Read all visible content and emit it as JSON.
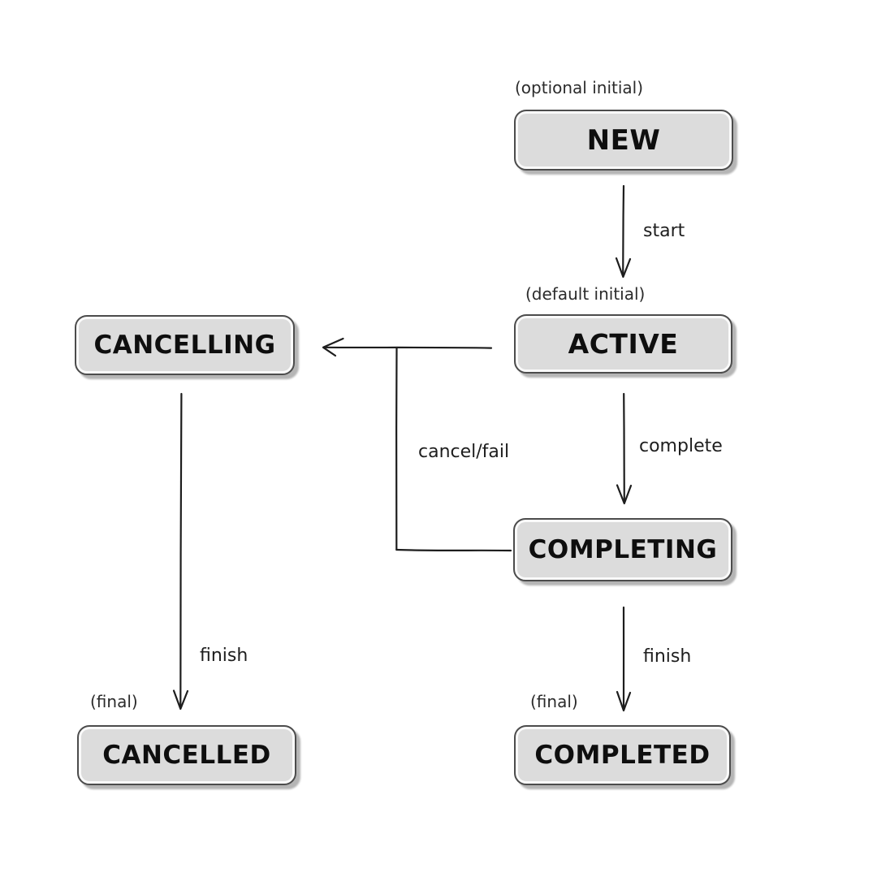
{
  "diagram": {
    "states": [
      {
        "id": "new",
        "label": "NEW",
        "annotation": "(optional initial)"
      },
      {
        "id": "active",
        "label": "ACTIVE",
        "annotation": "(default initial)"
      },
      {
        "id": "cancelling",
        "label": "CANCELLING",
        "annotation": ""
      },
      {
        "id": "completing",
        "label": "COMPLETING",
        "annotation": ""
      },
      {
        "id": "cancelled",
        "label": "CANCELLED",
        "annotation": "(final)"
      },
      {
        "id": "completed",
        "label": "COMPLETED",
        "annotation": "(final)"
      }
    ],
    "transitions": [
      {
        "label": "start",
        "from": "NEW",
        "to": "ACTIVE"
      },
      {
        "label": "complete",
        "from": "ACTIVE",
        "to": "COMPLETING"
      },
      {
        "label": "cancel/fail",
        "from": "ACTIVE, COMPLETING",
        "to": "CANCELLING"
      },
      {
        "label": "finish",
        "from": "CANCELLING",
        "to": "CANCELLED"
      },
      {
        "label": "finish",
        "from": "COMPLETING",
        "to": "COMPLETED"
      }
    ],
    "colors": {
      "background": "#ffffff",
      "box_fill": "#dcdcdc",
      "box_border": "#4c4c4c",
      "box_shadow": "#b5b5b5",
      "line": "#1d1d1d",
      "state_text": "#0e0e0e",
      "label_text": "#2b2b2b"
    }
  }
}
